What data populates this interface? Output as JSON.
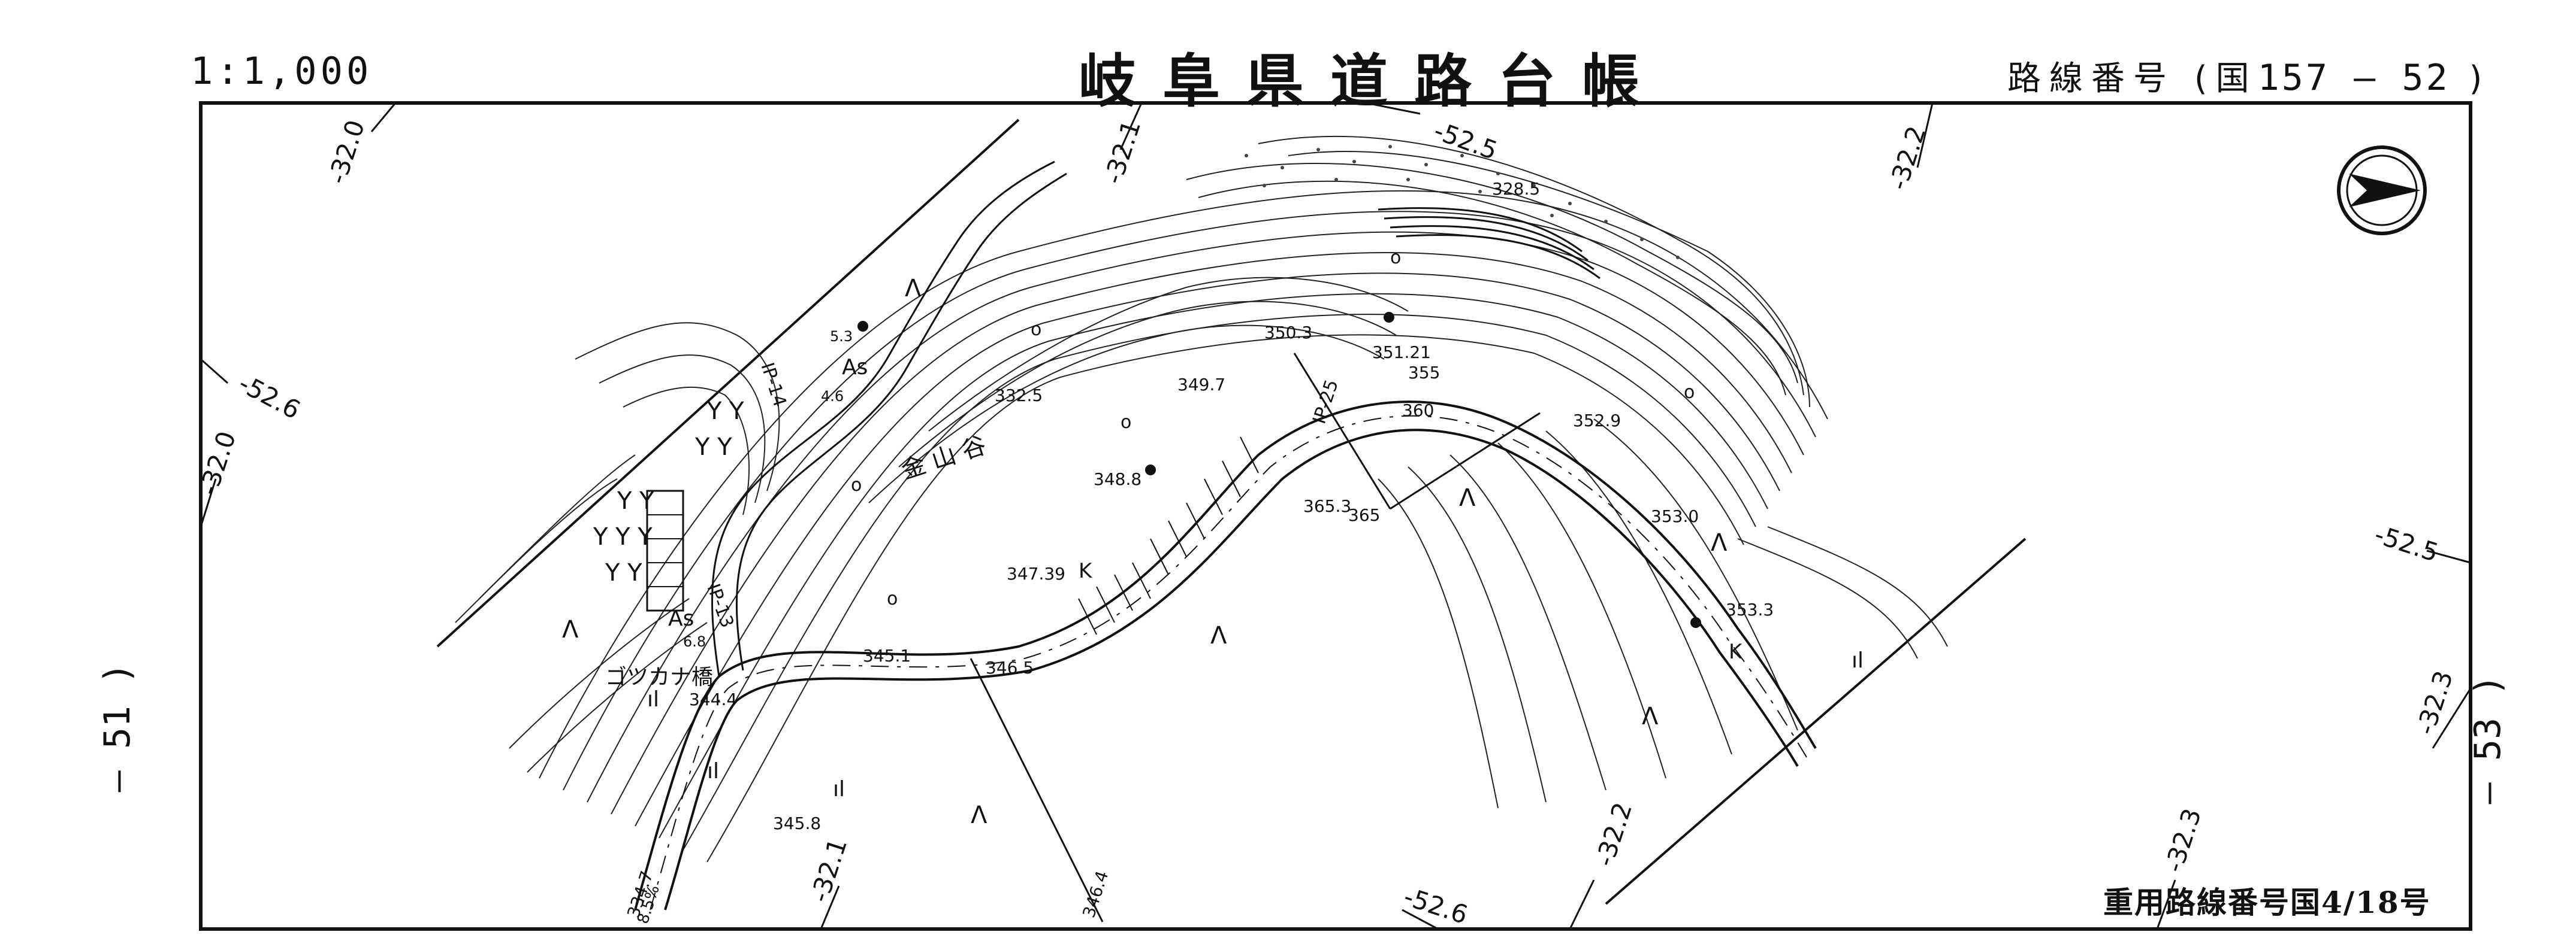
{
  "header": {
    "scale": "1:1,000",
    "title": "岐阜県道路台帳",
    "route_prefix": "路線番号",
    "route_open": "(国",
    "route_number": "157 — 52",
    "route_close": ")"
  },
  "sheets": {
    "left": "— 51 )",
    "right": "— 53 )"
  },
  "footer_note": "重用路線番号国4/18号",
  "grid_labels": [
    "-32.0",
    "-52.6",
    "-32.0",
    "-32.1",
    "-52.5",
    "-32.2",
    "-52.5",
    "-32.3",
    "-52.6",
    "-32.2",
    "-32.1",
    "-32.3"
  ],
  "elevations": [
    "328.5",
    "350.3",
    "351.21",
    "355",
    "360",
    "352.9",
    "349.7",
    "332.5",
    "348.8",
    "365.3",
    "365",
    "353.0",
    "347.39",
    "353.3",
    "345.1",
    "346.5",
    "344.4",
    "345.8",
    "334.7",
    "346.4"
  ],
  "road_labels": {
    "material": "As",
    "material_2": "As",
    "curve_k": "K",
    "curve_k2": "K",
    "width_53": "5.3",
    "width_46": "4.6",
    "width_68": "6.8",
    "river": "金 山 谷",
    "bridge": "ゴツカナ橋",
    "grade": "8.5%",
    "ip": "IP-13",
    "ip2": "IP-25",
    "ip3": "IP-14"
  },
  "north_arrow": "north-arrow-icon"
}
